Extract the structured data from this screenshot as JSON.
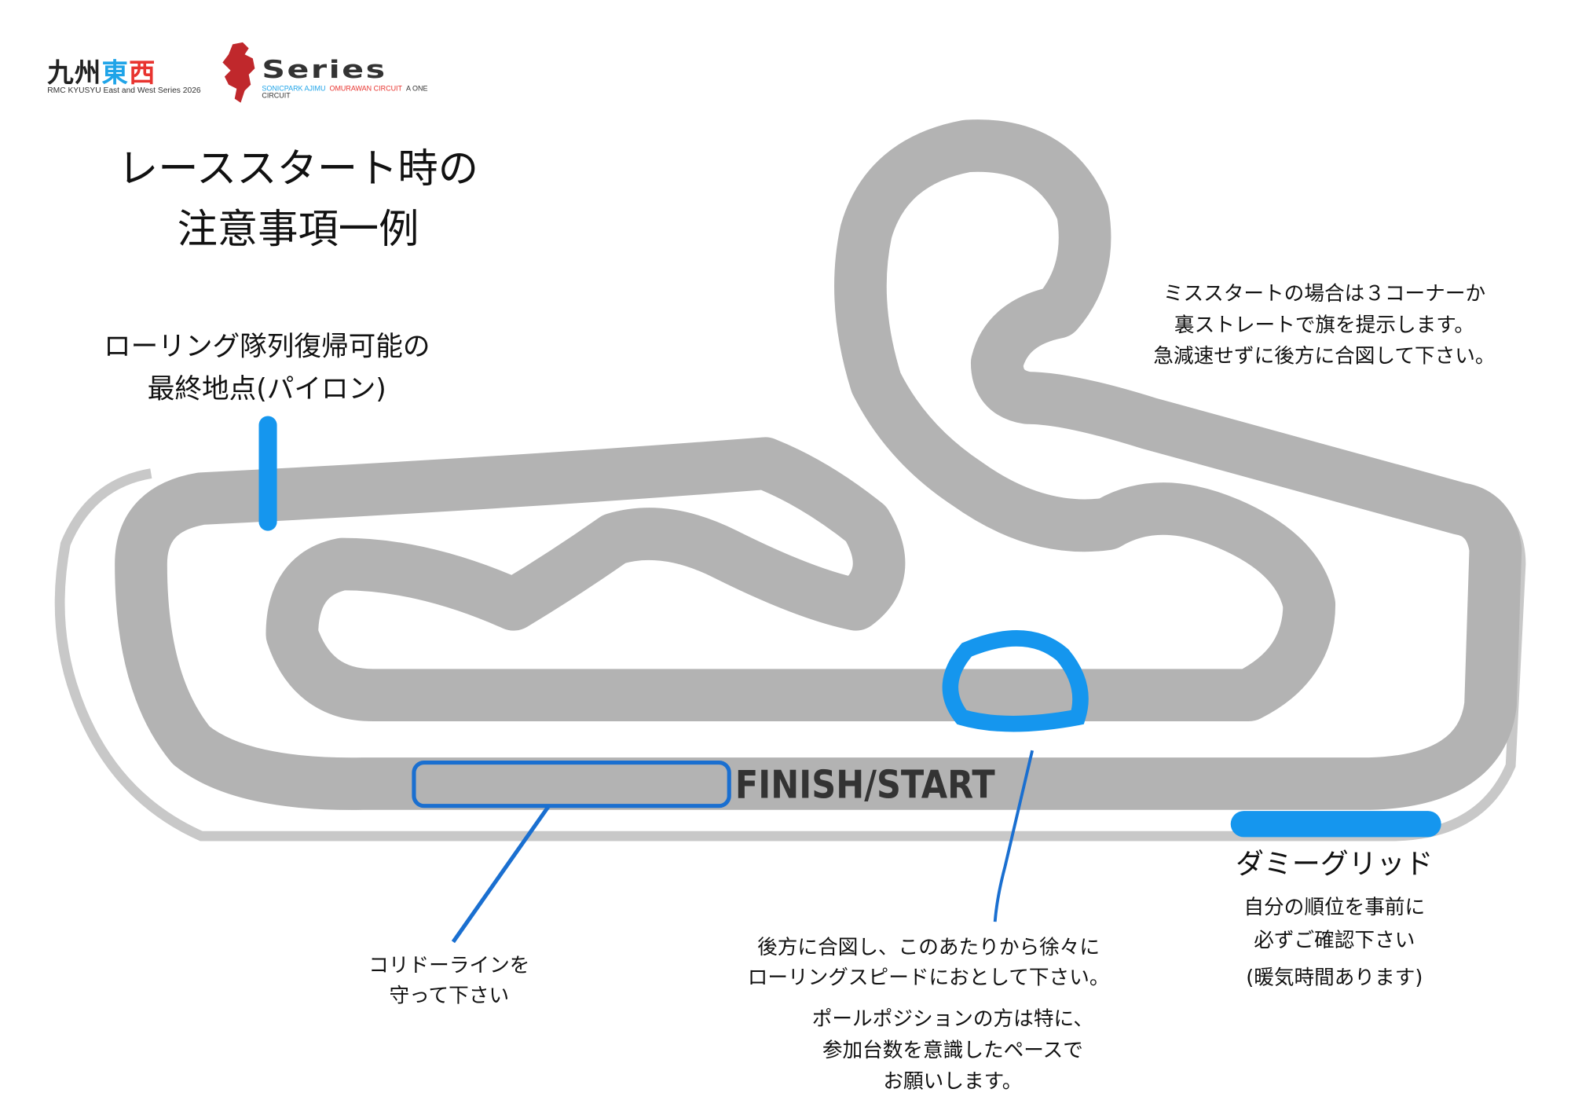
{
  "logo": {
    "kanji": [
      "九州",
      "東",
      "西"
    ],
    "series": "Series",
    "subtitle": "RMC KYUSYU East and West Series  2026",
    "circuits": [
      "SONICPARK AJIMU",
      "OMURAWAN CIRCUIT",
      "A ONE CIRCUIT"
    ],
    "colors": {
      "east": "#1fa4e8",
      "west": "#e8342f",
      "map": "#c0282c"
    }
  },
  "title": [
    "レーススタート時の",
    "注意事項一例"
  ],
  "rolling_note": [
    "ローリング隊列復帰可能の",
    "最終地点(パイロン)"
  ],
  "misstart_note": [
    "ミススタートの場合は３コーナーか",
    "裏ストレートで旗を提示します。",
    "急減速せずに後方に合図して下さい。"
  ],
  "dummy_grid": {
    "label": "ダミーグリッド",
    "lines": [
      "自分の順位を事前に",
      "必ずご確認下さい",
      "(暖気時間あります)"
    ]
  },
  "corridor_note": [
    "コリドーラインを",
    "守って下さい"
  ],
  "slowdown_note": [
    "後方に合図し、このあたりから徐々に",
    "ローリングスピードにおとして下さい。"
  ],
  "pole_note": [
    "ポールポジションの方は特に、",
    "参加台数を意識したペースで",
    "お願いします。"
  ],
  "track": {
    "finish_label": "FINISH/START",
    "track_color": "#b3b3b3",
    "marker_color": "#1596ee"
  }
}
